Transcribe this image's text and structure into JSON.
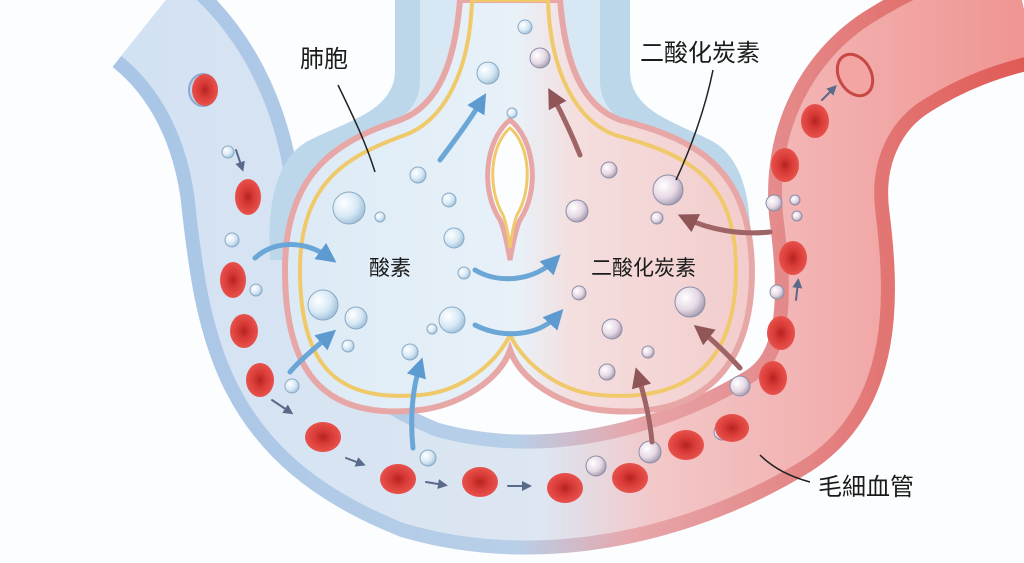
{
  "labels": {
    "alveolus": "肺胞",
    "co2_top": "二酸化炭素",
    "oxygen": "酸素",
    "co2_inside": "二酸化炭素",
    "capillary": "毛細血管"
  },
  "colors": {
    "background": "#fbfdfe",
    "venous_vessel": "#a9c6e6",
    "arterial_vessel": "#e05a55",
    "alveolus_fill": "#e3eff8",
    "alveolus_co2_tint": "#f5d6d6",
    "membrane": "#f0c96b",
    "red_blood_cell": "#d83a36",
    "oxygen_arrow": "#6aa6d6",
    "co2_arrow": "#9e6466"
  },
  "icons": {
    "bubble": "gas-bubble-icon",
    "rbc": "red-blood-cell-icon",
    "arrow": "flow-arrow-icon"
  }
}
